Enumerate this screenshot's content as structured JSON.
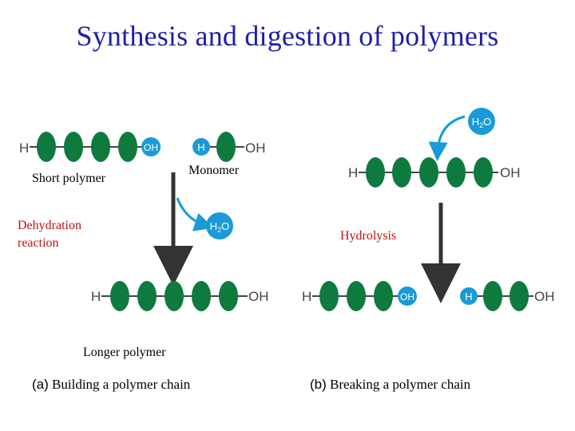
{
  "title": "Synthesis and digestion of polymers",
  "labels": {
    "short_polymer": "Short polymer",
    "monomer": "Monomer",
    "dehydration_line1": "Dehydration",
    "dehydration_line2": "reaction",
    "hydrolysis": "Hydrolysis",
    "longer_polymer": "Longer polymer",
    "caption_a_letter": "(a)",
    "caption_a_text": "Building a polymer chain",
    "caption_b_letter": "(b)",
    "caption_b_text": "Breaking a polymer chain"
  },
  "chem": {
    "h": "H",
    "oh": "OH",
    "water_h": "H",
    "water_sub": "2",
    "water_o": "O"
  },
  "colors": {
    "title": "#1f1fa8",
    "monomer_green": "#0f7a3e",
    "hydroxyl_blue": "#1a9ad6",
    "arrow_dark": "#333333",
    "red_label": "#c01010"
  }
}
